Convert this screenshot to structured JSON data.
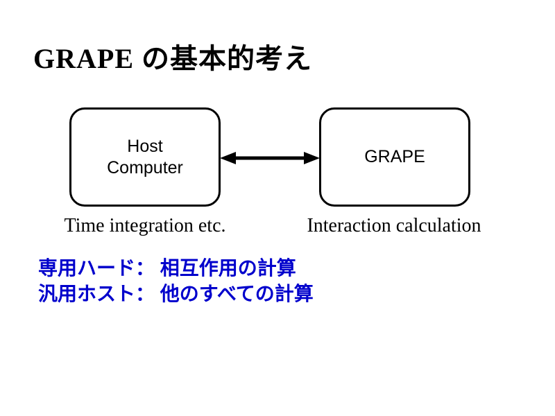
{
  "slide": {
    "title": "GRAPE の基本的考え",
    "diagram": {
      "host_box": {
        "lines": [
          "Host",
          "Computer"
        ]
      },
      "grape_box": {
        "label": "GRAPE"
      },
      "arrow": {
        "type": "double-headed",
        "direction": "horizontal"
      },
      "host_caption": "Time integration etc.",
      "grape_caption": "Interaction calculation"
    },
    "notes": [
      "専用ハード： 相互作用の計算",
      "汎用ホスト： 他のすべての計算"
    ],
    "colors": {
      "background": "#FFFFFF",
      "diagram_stroke": "#000000",
      "text_black": "#000000",
      "note_blue": "#0000CC"
    }
  }
}
